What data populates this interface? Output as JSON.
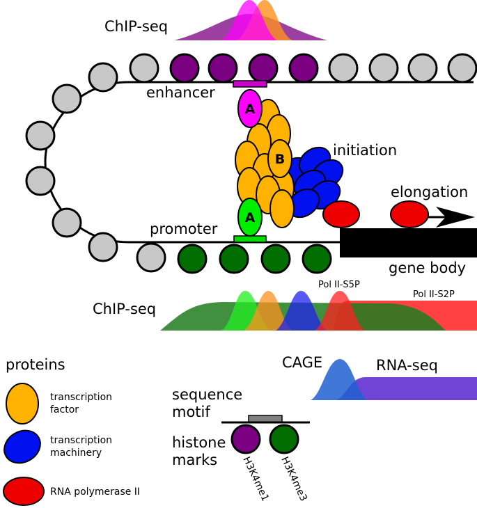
{
  "labels": {
    "chip_seq_top": "ChIP-seq",
    "enhancer": "enhancer",
    "initiation": "initiation",
    "elongation": "elongation",
    "promoter": "promoter",
    "gene_body": "gene body",
    "chip_seq_bottom": "ChIP-seq",
    "pol2_s5p": "Pol II-S5P",
    "pol2_s2p": "Pol II-S2P",
    "cage": "CAGE",
    "rna_seq": "RNA-seq",
    "tf_a_upper": "A",
    "tf_b": "B",
    "tf_a_lower": "A"
  },
  "legend": {
    "title": "proteins",
    "items": [
      {
        "line1": "transcription",
        "line2": "factor",
        "color": "#ffb300"
      },
      {
        "line1": "transcription",
        "line2": "machinery",
        "color": "#0010ee"
      },
      {
        "line1": "RNA polymerase II",
        "line2": "",
        "color": "#ee0000"
      }
    ],
    "sequence_motif": [
      "sequence",
      "motif"
    ],
    "histone_marks": [
      "histone",
      "marks"
    ],
    "h3k4me1": "H3K4me1",
    "h3k4me3": "H3K4me3"
  },
  "colors": {
    "nucleosome_gray": "#c8c8c8",
    "h3k4me1_purple": "#7a0081",
    "h3k4me3_green": "#006e00",
    "enhancer_motif": "#cc00cc",
    "promoter_motif": "#00dd00",
    "tf_orange": "#ffb300",
    "tf_magenta": "#ff00ff",
    "tf_green": "#00ee00",
    "machinery_blue": "#0010ee",
    "polymerase_red": "#ee0000",
    "gene_body": "#000000"
  }
}
